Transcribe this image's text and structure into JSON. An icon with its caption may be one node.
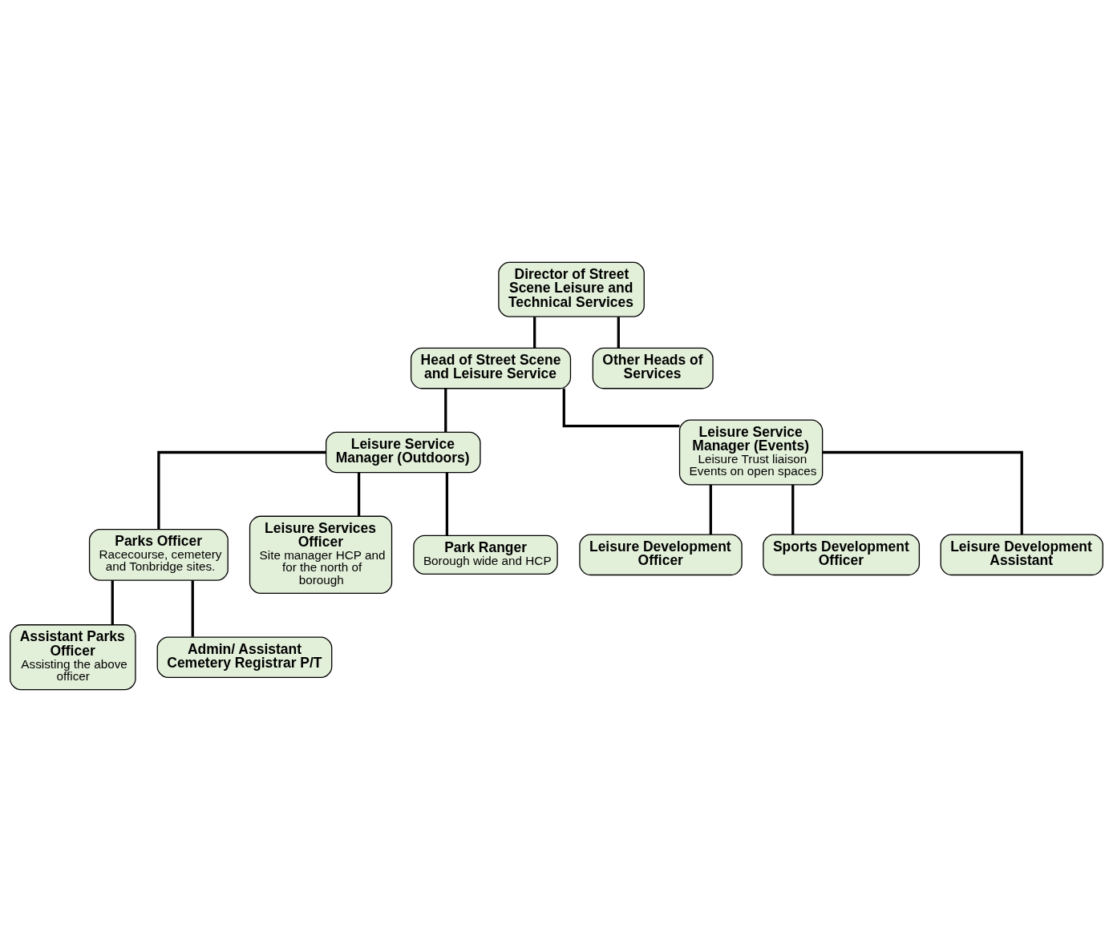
{
  "diagram": {
    "nodes": [
      {
        "text": [
          "Director of Street Scene Leisure and Technical Services"
        ]
      },
      {
        "text": [
          "Head of Street Scene and Leisure Service"
        ]
      },
      {
        "text": [
          "Other Heads of Services"
        ]
      },
      {
        "text": [
          "Leisure Service Manager (Outdoors)"
        ]
      },
      {
        "text": [
          "Leisure Service Manager (Events)",
          "Leisure Trust liaison Events on open spaces"
        ]
      },
      {
        "text": [
          "Parks Officer",
          "Racecourse, cemetery and Tonbridge sites."
        ]
      },
      {
        "text": [
          "Leisure Services Officer",
          "Site manager HCP and for the north of borough"
        ]
      },
      {
        "text": [
          "Leisure Development Officer"
        ]
      },
      {
        "text": [
          "Sports Development Officer"
        ]
      },
      {
        "text": [
          "Assistant Parks Officer",
          "Assisting the above officer"
        ]
      },
      {
        "text": [
          "Admin/ Assistant",
          "Cemetery Registrar P/T"
        ]
      },
      {
        "text": [
          "Park Ranger",
          "Borough wide and HCP"
        ]
      },
      {
        "text": [
          "Leisure Development Assistant"
        ]
      }
    ],
    "edges": [
      {
        "from": 0,
        "to": 1,
        "arrow": "none"
      },
      {
        "from": 0,
        "to": 2,
        "arrow": "none"
      },
      {
        "from": 1,
        "to": 3,
        "arrow": "none"
      },
      {
        "from": 1,
        "to": 4,
        "arrow": "none"
      },
      {
        "from": 3,
        "to": 5,
        "arrow": "none"
      },
      {
        "from": 3,
        "to": 6,
        "arrow": "none"
      },
      {
        "from": 3,
        "to": 11,
        "arrow": "none"
      },
      {
        "from": 5,
        "to": 9,
        "arrow": "none"
      },
      {
        "from": 5,
        "to": 10,
        "arrow": "none"
      },
      {
        "from": 4,
        "to": 7,
        "arrow": "none"
      },
      {
        "from": 4,
        "to": 12,
        "arrow": "none"
      },
      {
        "from": 4,
        "to": 8,
        "arrow": "none"
      }
    ]
  }
}
